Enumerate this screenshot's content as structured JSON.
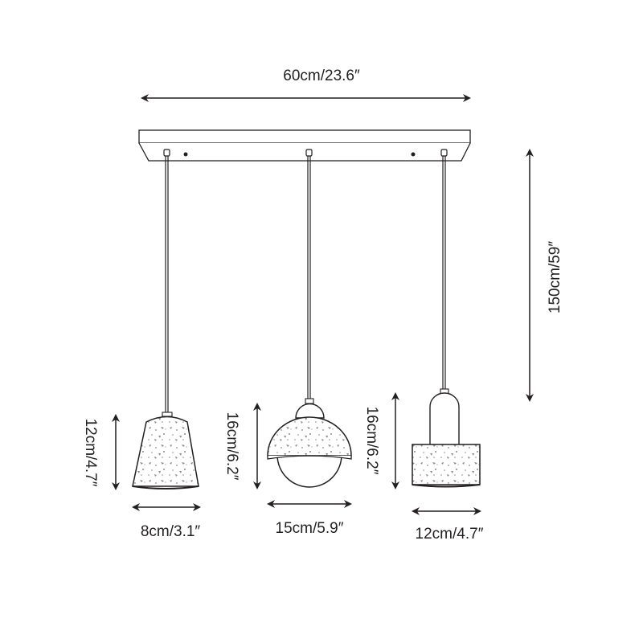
{
  "diagram": {
    "subject": "3-light pendant fixture dimension drawing",
    "colors": {
      "line": "#231f20",
      "fill": "#ffffff",
      "speckle": "#8a8a8a"
    },
    "overall": {
      "width_label": "60cm/23.6″",
      "height_label": "150cm/59″"
    },
    "pendants": [
      {
        "name": "cone-shade",
        "height_label": "12cm/4.7″",
        "width_label": "8cm/3.1″"
      },
      {
        "name": "dome-globe-shade",
        "height_label": "16cm/6.2″",
        "width_label": "15cm/5.9″"
      },
      {
        "name": "cylinder-shade",
        "height_label": "16cm/6.2″",
        "width_label": "12cm/4.7″"
      }
    ]
  }
}
